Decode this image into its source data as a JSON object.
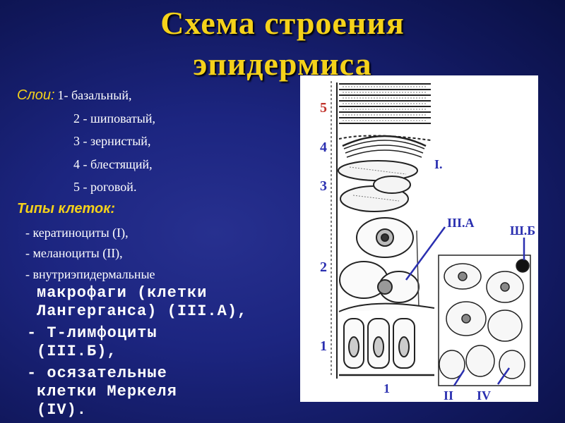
{
  "title": {
    "line1": "Схема строения",
    "line2": "эпидермиса"
  },
  "layers": {
    "heading": "Слои:",
    "items": [
      "1- базальный,",
      "2 - шиповатый,",
      "3 - зернистый,",
      "4 - блестящий,",
      "5 - роговой."
    ]
  },
  "cells": {
    "heading": "Типы клеток:",
    "items": [
      "-  кератиноциты (I),",
      "-  меланоциты (II),",
      "-  внутриэпидермальные",
      "макрофаги (клетки",
      "Лангерганса) (III.А),",
      "- Т-лимфоциты",
      "(III.Б),",
      "-  осязательные",
      "клетки Меркеля",
      "(IV)."
    ]
  },
  "figure": {
    "layer_numbers": [
      "5",
      "4",
      "3",
      "2",
      "1"
    ],
    "labels": {
      "I": "I.",
      "IIIA": "III.А",
      "IIIB": "Ш.Б",
      "II": "II",
      "IV": "IV",
      "bottom1": "1"
    },
    "label_color": "#2a2fb0"
  }
}
